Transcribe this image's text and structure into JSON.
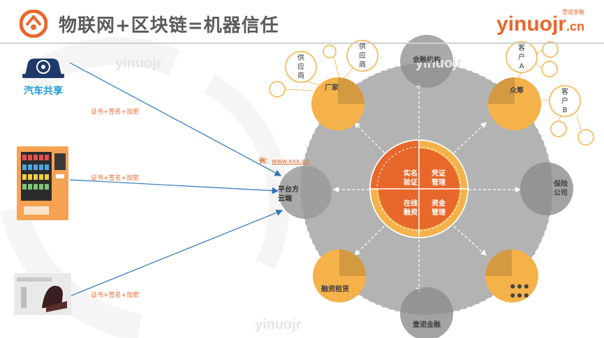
{
  "header": {
    "title": "物联网+区块链=机器信任",
    "brand": "yinuojr",
    "brand_suffix": ".cn",
    "brand_cn": "壹诺金融"
  },
  "watermarks": [
    "yinuojr",
    "yinuojr",
    "yinuojr"
  ],
  "sources": {
    "car_share_label": "汽车共享",
    "arrow_label": "证书+签名+加密"
  },
  "example": {
    "prefix": "例：",
    "url": "www.xxx.cn"
  },
  "platform": "平台方\n云端",
  "center": {
    "q1": "实名\n验证",
    "q2": "凭证\n管理",
    "q3": "在线\n融资",
    "q4": "资金\n管理"
  },
  "nodes": {
    "top": "金融机构",
    "right": "保险\n公司",
    "bottom": "壹诺金融",
    "top_left": "厂家",
    "top_right": "众筹",
    "bottom_left": "融资租赁",
    "bottom_right": "● ● ●\n● ● ●"
  },
  "bubbles": {
    "supplier": "供\n应\n商",
    "customer_a": "客\n户\nA",
    "customer_b": "客\n户\nB"
  },
  "colors": {
    "orange": "#e8672b",
    "light_orange": "#f5b24a",
    "gray": "#a9a9a9",
    "dark_gray": "#7f7f7f",
    "arrow_blue": "#2e75b6"
  }
}
